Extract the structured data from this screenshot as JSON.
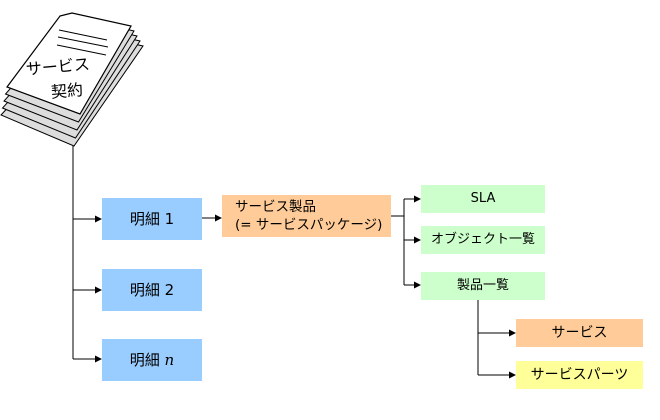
{
  "diagram": {
    "stack": {
      "line1": "サービス",
      "line2": "契約"
    },
    "details": [
      {
        "prefix": "明細 ",
        "num": "1"
      },
      {
        "prefix": "明細 ",
        "num": "2"
      },
      {
        "prefix": "明細 ",
        "num": "n"
      }
    ],
    "product": {
      "line1": "サービス製品",
      "line2": "(= サービスパッケージ)"
    },
    "lists": [
      {
        "label": "SLA"
      },
      {
        "label": "オブジェクト一覧"
      },
      {
        "label": "製品一覧"
      }
    ],
    "components": [
      {
        "label": "サービス"
      },
      {
        "label": "サービスパーツ"
      }
    ],
    "colors": {
      "detail_fill": "#99CCFF",
      "product_fill": "#FFCC99",
      "list_fill": "#CCFFCC",
      "service_fill": "#FFCC99",
      "parts_fill": "#FFFF99",
      "connector": "#000000",
      "paper_fill": "#FFFFFF",
      "paper_edge_fill": "#DDDDDD"
    }
  }
}
